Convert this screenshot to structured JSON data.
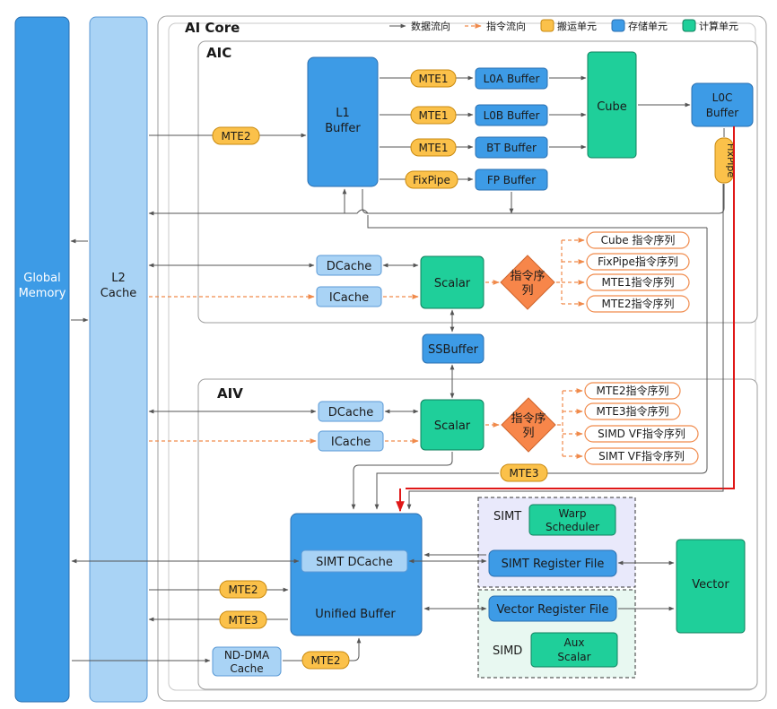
{
  "legend": {
    "data_flow": "数据流向",
    "instr_flow": "指令流向",
    "move_unit": "搬运单元",
    "storage_unit": "存储单元",
    "compute_unit": "计算单元"
  },
  "colors": {
    "storage": "#3d9be6",
    "storage_light": "#a9d3f5",
    "compute": "#1fcf9a",
    "move": "#fbc14a",
    "instr": "#f08a4b",
    "highlight": "#e01818"
  },
  "global_memory": {
    "line1": "Global",
    "line2": "Memory"
  },
  "l2_cache": {
    "line1": "L2",
    "line2": "Cache"
  },
  "ai_core": {
    "title": "AI Core"
  },
  "aic": {
    "title": "AIC",
    "l1_buffer": {
      "line1": "L1",
      "line2": "Buffer"
    },
    "mte2": "MTE2",
    "mte1_a": "MTE1",
    "mte1_b": "MTE1",
    "mte1_c": "MTE1",
    "fixpipe_mover": "FixPipe",
    "l0a": "L0A Buffer",
    "l0b": "L0B Buffer",
    "bt": "BT Buffer",
    "fp": "FP Buffer",
    "cube": "Cube",
    "l0c": {
      "line1": "L0C",
      "line2": "Buffer"
    },
    "fixpipe": "FixPipe",
    "dcache": "DCache",
    "icache": "ICache",
    "scalar": "Scalar",
    "queue": {
      "line1": "指令序",
      "line2": "列"
    },
    "sequences": [
      "Cube 指令序列",
      "FixPipe指令序列",
      "MTE1指令序列",
      "MTE2指令序列"
    ]
  },
  "ssbuffer": "SSBuffer",
  "aiv": {
    "title": "AIV",
    "dcache": "DCache",
    "icache": "ICache",
    "scalar": "Scalar",
    "queue": {
      "line1": "指令序",
      "line2": "列"
    },
    "sequences": [
      "MTE2指令序列",
      "MTE3指令序列",
      "SIMD VF指令序列",
      "SIMT VF指令序列"
    ],
    "mte3_top": "MTE3",
    "unified_buffer": "Unified Buffer",
    "simt_dcache": "SIMT DCache",
    "mte2": "MTE2",
    "mte3": "MTE3",
    "nd_dma": {
      "line1": "ND-DMA",
      "line2": "Cache"
    },
    "mte2_nd": "MTE2",
    "simt_label": "SIMT",
    "warp_scheduler": {
      "line1": "Warp",
      "line2": "Scheduler"
    },
    "simt_register_file": "SIMT Register File",
    "vector_register_file": "Vector Register File",
    "simd_label": "SIMD",
    "aux_scalar": {
      "line1": "Aux",
      "line2": "Scalar"
    },
    "vector": "Vector"
  }
}
